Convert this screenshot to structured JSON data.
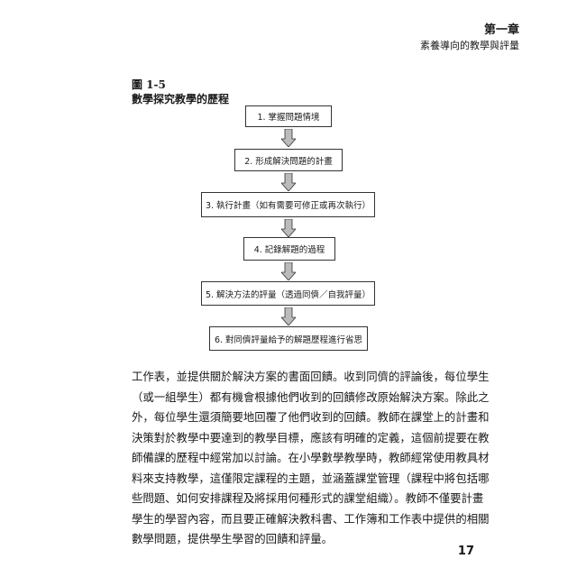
{
  "header": {
    "chapter": "第一章",
    "subtitle": "素養導向的教學與評量"
  },
  "figure": {
    "label": "圖 1-5",
    "title": "數學探究教學的歷程",
    "steps": [
      "1. 掌握問題情境",
      "2. 形成解決問題的計畫",
      "3. 執行計畫（如有需要可修正或再次執行）",
      "4. 記錄解題的過程",
      "5. 解決方法的評量（透過同儕／自我評量）",
      "6. 對同儕評量給予的解題歷程進行省思"
    ]
  },
  "body": {
    "lines": [
      "工作表，並提供關於解決方案的書面回饋。收到同儕的評論後，每位學生",
      "（或一組學生）都有機會根據他們收到的回饋修改原始解決方案。除此之",
      "外，每位學生還須簡要地回覆了他們收到的回饋。教師在課堂上的計畫和",
      "決策對於教學中要達到的教學目標，應該有明確的定義，這個前提要在教",
      "師備課的歷程中經常加以討論。在小學數學教學時，教師經常使用教具材",
      "料來支持教學，這僅限定課程的主題，並涵蓋課堂管理（課程中將包括哪",
      "些問題、如何安排課程及將採用何種形式的課堂組織）。教師不僅要計畫",
      "學生的學習內容，而且要正確解決教科書、工作簿和工作表中提供的相關",
      "數學問題，提供學生學習的回饋和評量。"
    ]
  },
  "page_number": "17"
}
